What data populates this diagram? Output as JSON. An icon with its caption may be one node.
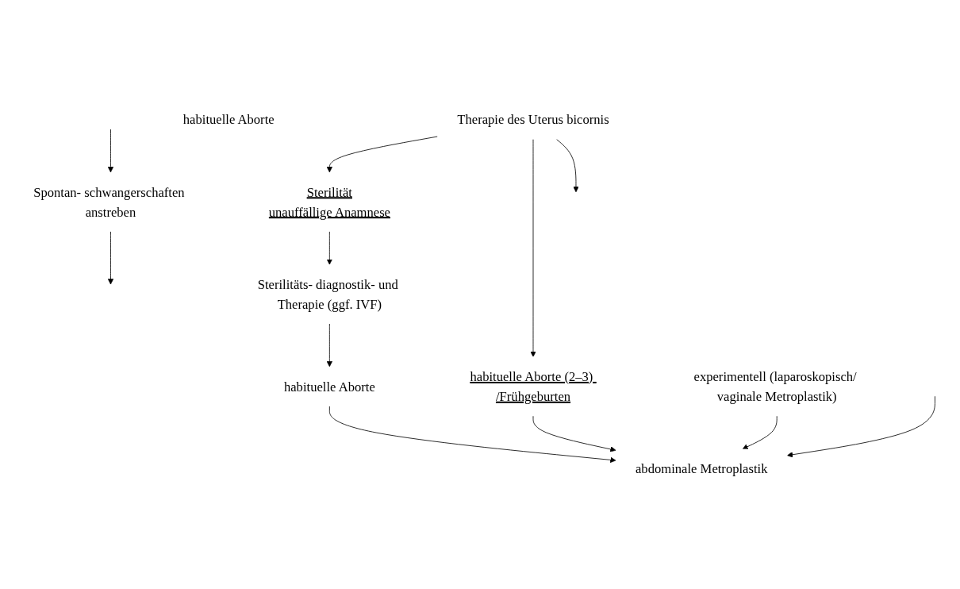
{
  "diagram": {
    "nodes": [
      {
        "text": [
          "Therapie des Uterus bicornis"
        ]
      },
      {
        "text": [
          "Sterilität",
          "unauffällige Anamnese"
        ]
      },
      {
        "text": [
          "habituelle Aborte (2–3) /Frühgeburten"
        ]
      },
      {
        "text": [
          "Sterilitäts- diagnostik- und Therapie (ggf. IVF)"
        ]
      },
      {
        "text": [
          "abdominale Metroplastik"
        ]
      },
      {
        "text": [
          "Spontan- schwangerschaften anstreben"
        ]
      },
      {
        "text": [
          "habituelle Aborte"
        ]
      },
      {
        "text": [
          "habituelle Aborte"
        ]
      },
      {
        "text": [
          "experimentell (laparoskopisch/ vaginale Metroplastik)"
        ]
      }
    ],
    "edges": [
      {
        "from": 0,
        "to": 1,
        "arrow": "to"
      },
      {
        "from": 0,
        "to": 2,
        "arrow": "to"
      },
      {
        "from": 0,
        "to": null,
        "arrow": "to"
      },
      {
        "from": 1,
        "to": 3,
        "arrow": "to"
      },
      {
        "from": 2,
        "to": 4,
        "arrow": "to"
      },
      {
        "from": null,
        "to": 5,
        "arrow": "to"
      },
      {
        "from": 3,
        "to": 6,
        "arrow": "to"
      },
      {
        "from": 6,
        "to": 4,
        "arrow": "to"
      },
      {
        "from": 8,
        "to": 4,
        "arrow": "to"
      },
      {
        "from": null,
        "to": 4,
        "arrow": "to"
      },
      {
        "from": 5,
        "to": null,
        "arrow": "to"
      }
    ]
  }
}
